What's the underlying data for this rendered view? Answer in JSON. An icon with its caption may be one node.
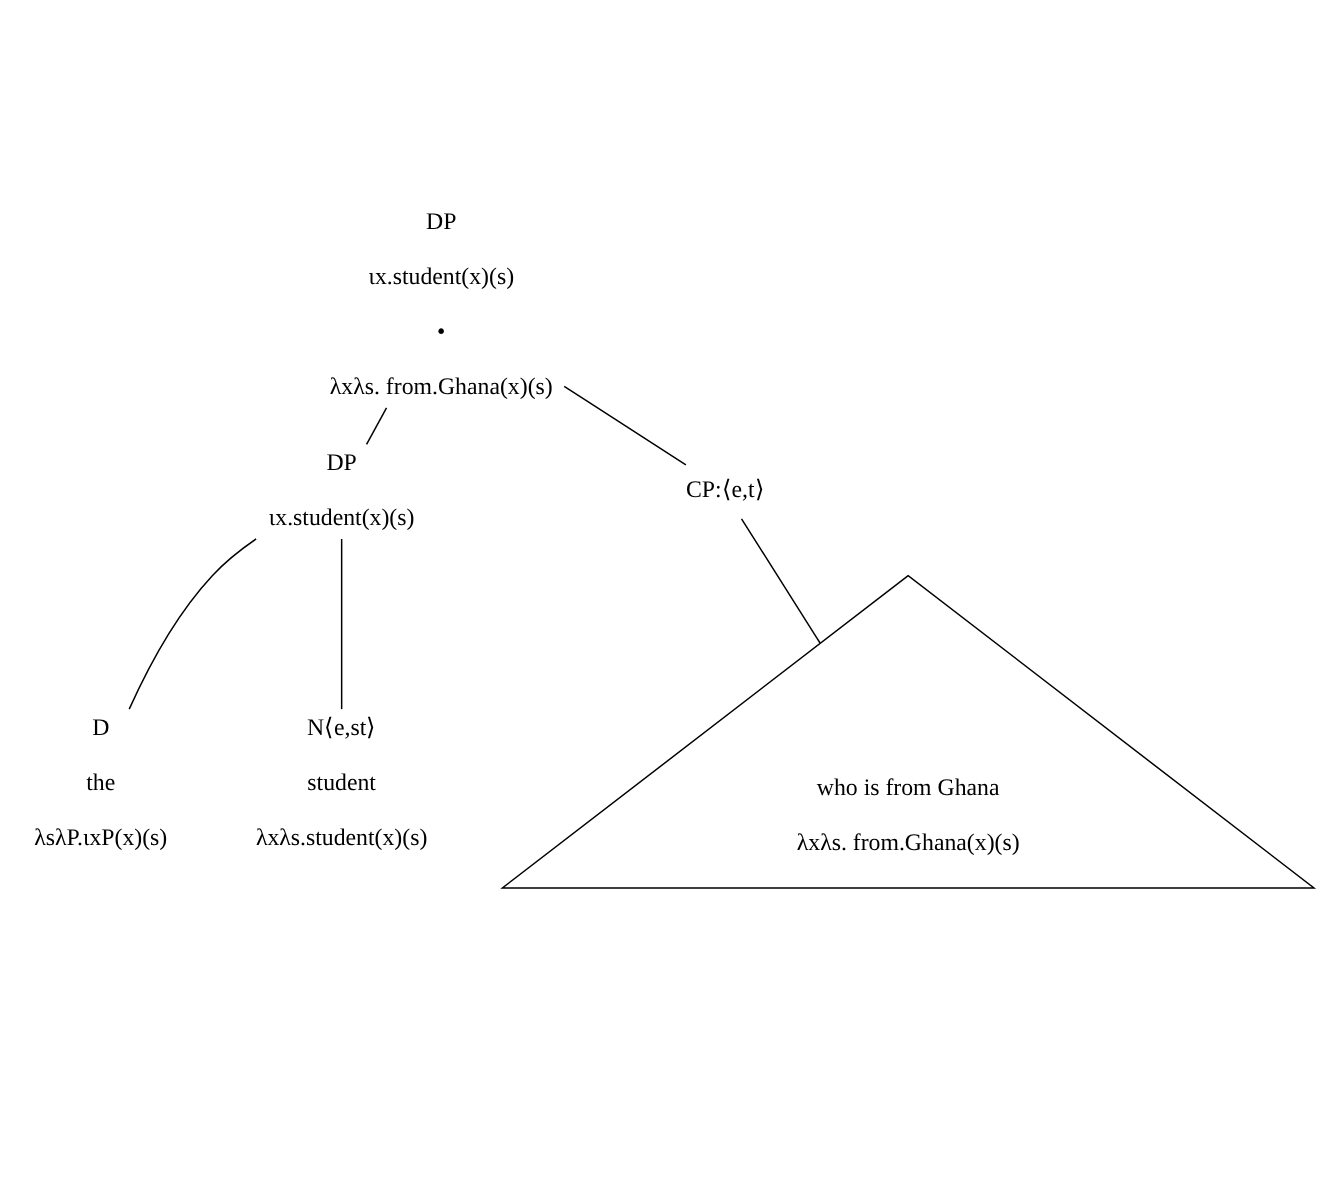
{
  "diagram": {
    "nodes": [
      {
        "text": [
          "DP",
          "ιx.student(x)(s)",
          "•",
          "λxλs. from.Ghana(x)(s)"
        ]
      },
      {
        "text": [
          "DP",
          "ιx.student(x)(s)"
        ]
      },
      {
        "text": [
          "CP:⟨e,t⟩"
        ]
      },
      {
        "text": [
          "who is from Ghana",
          "λxλs. from.Ghana(x)(s)"
        ]
      },
      {
        "text": [
          "D",
          "the",
          "λsλP.ιxP(x)(s)"
        ]
      },
      {
        "text": [
          "N⟨e,st⟩",
          "student",
          "λxλs.student(x)(s)"
        ]
      }
    ],
    "edges": [
      {
        "from": 0,
        "to": 1,
        "arrow": "none"
      },
      {
        "from": 0,
        "to": 2,
        "arrow": "none"
      },
      {
        "from": 1,
        "to": 4,
        "arrow": "none"
      },
      {
        "from": 1,
        "to": 5,
        "arrow": "none"
      },
      {
        "from": 2,
        "to": 3,
        "arrow": "none"
      }
    ]
  }
}
